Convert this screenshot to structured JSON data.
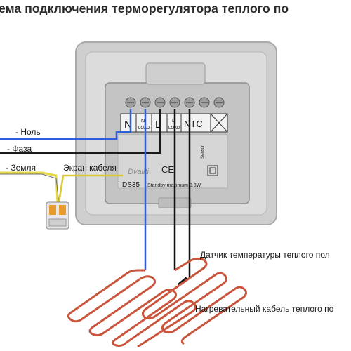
{
  "title": "ема подключения терморегулятора теплого по",
  "wires": {
    "neutral": "- Ноль",
    "phase": "- Фаза",
    "ground": "- Земля",
    "screen": "Экран кабеля"
  },
  "terminals": {
    "n": "N",
    "n_load_top": "N",
    "n_load_bottom": "LOAD",
    "l": "L",
    "l_load_top": "L",
    "l_load_bottom": "LOAD",
    "ntc": "NTC",
    "sensor": "Sensor"
  },
  "device": {
    "model": "DS35",
    "standby": "Standby maximum 0.3W",
    "ce": "CE",
    "brand": "Dvaliti"
  },
  "captions": {
    "sensor_caption": "Датчик температуры теплого пол",
    "cable_caption": "Нагревательный кабель теплого по"
  },
  "colors": {
    "neutral_wire": "#2b5fd9",
    "phase_wire": "#1a1a1a",
    "ground_wire": "#e6d94a",
    "heating_cable": "#c8553c",
    "housing": "#c9c9c9"
  }
}
